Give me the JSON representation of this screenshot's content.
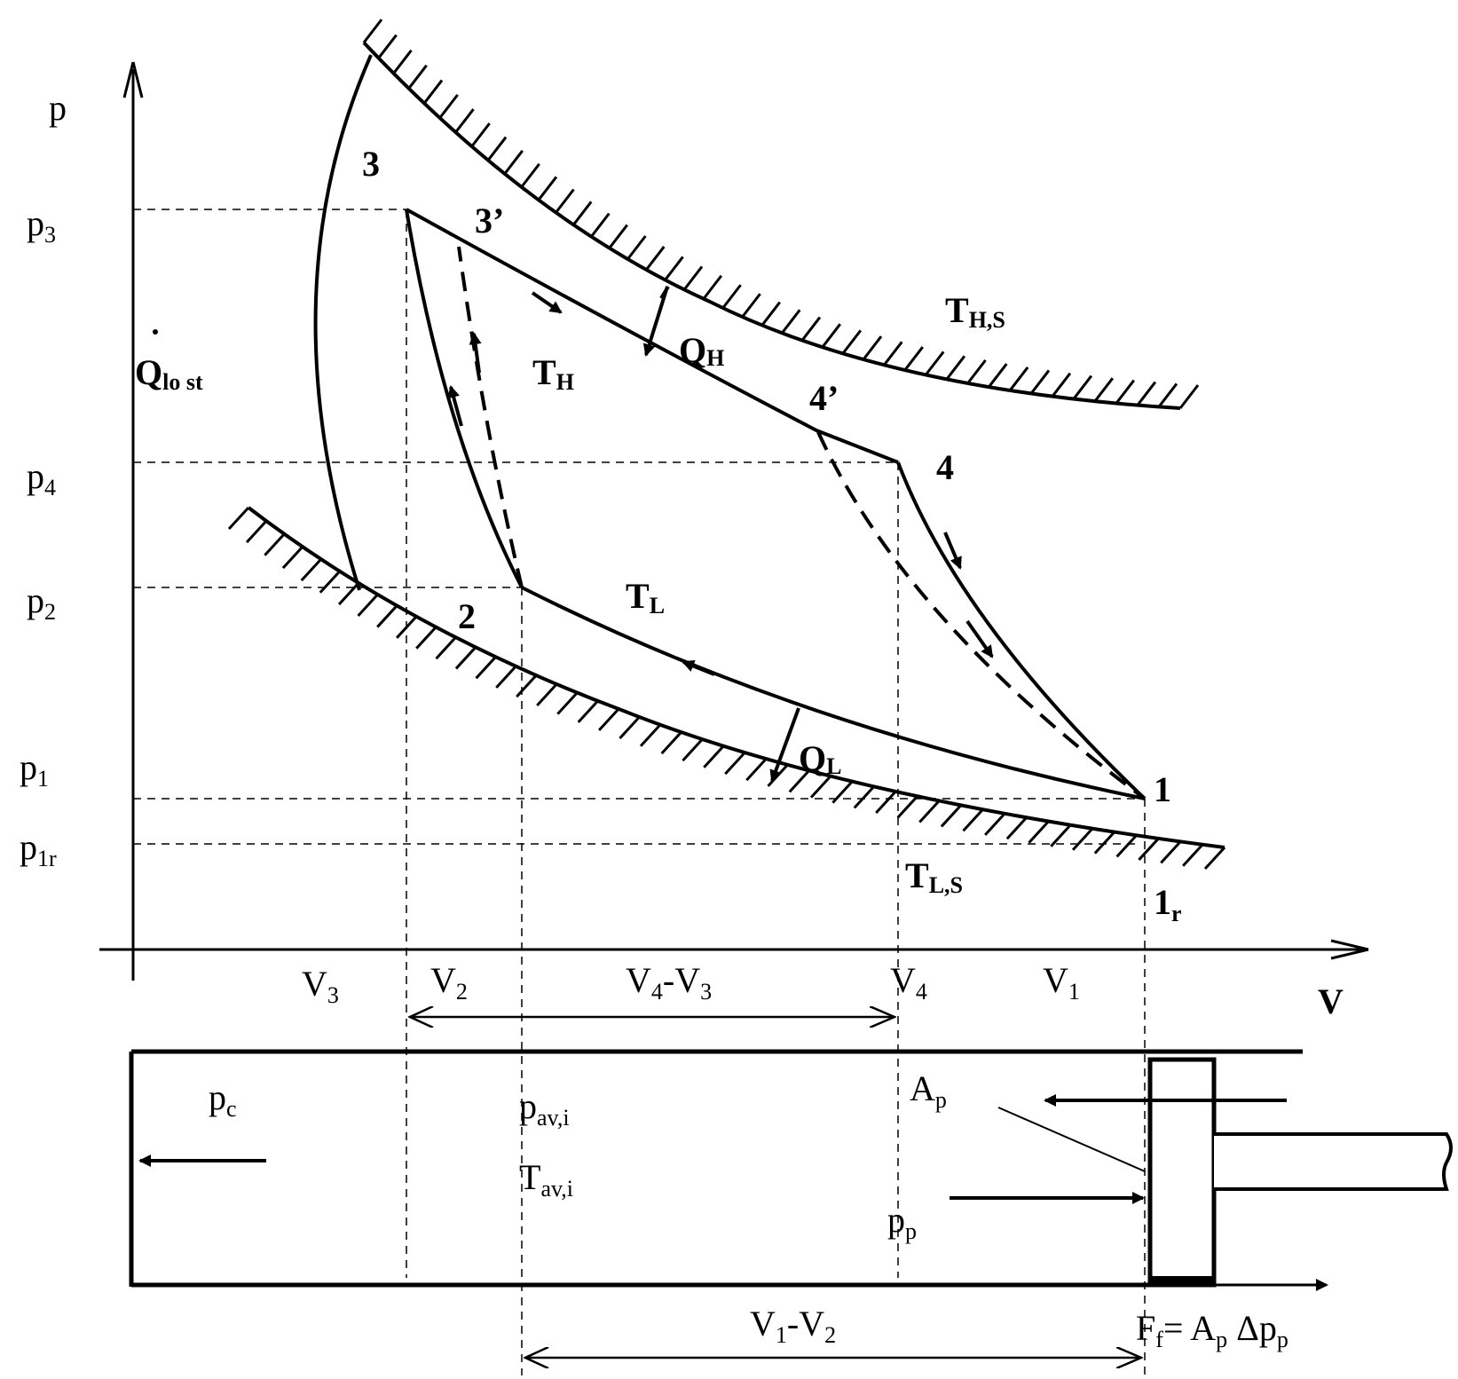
{
  "axes": {
    "y_label": "p",
    "x_label": "V"
  },
  "pressure_labels": {
    "p3": {
      "main": "p",
      "sub": "3"
    },
    "p4": {
      "main": "p",
      "sub": "4"
    },
    "p2": {
      "main": "p",
      "sub": "2"
    },
    "p1": {
      "main": "p",
      "sub": "1"
    },
    "p1r": {
      "main": "p",
      "sub": "1r"
    }
  },
  "volume_labels": {
    "V3": {
      "main": "V",
      "sub": "3"
    },
    "V2": {
      "main": "V",
      "sub": "2"
    },
    "V4_minus_V3": {
      "a": "V",
      "a_sub": "4",
      "op": "-V",
      "b_sub": "3"
    },
    "V4": {
      "main": "V",
      "sub": "4"
    },
    "V1": {
      "main": "V",
      "sub": "1"
    },
    "V1_minus_V2": {
      "a": "V",
      "a_sub": "1",
      "op": "-V",
      "b_sub": "2"
    }
  },
  "state_points": {
    "s3": "3",
    "s3p": "3’",
    "s4p": "4’",
    "s4": "4",
    "s2": "2",
    "s1": "1",
    "s1r": {
      "main": "1",
      "sub": "r"
    }
  },
  "reservoirs": {
    "hot": {
      "main": "T",
      "sub": "H,S"
    },
    "cold": {
      "main": "T",
      "sub": "L,S"
    }
  },
  "working_temps": {
    "hot": {
      "main": "T",
      "sub": "H"
    },
    "cold": {
      "main": "T",
      "sub": "L"
    }
  },
  "heat_flows": {
    "QH": {
      "main": "Q",
      "sub": "H"
    },
    "QL": {
      "main": "Q",
      "sub": "L"
    },
    "Qlost": {
      "main": "Q",
      "sub": "lo st"
    }
  },
  "cylinder": {
    "pc": {
      "main": "p",
      "sub": "c"
    },
    "pav": {
      "main": "p",
      "sub": "av,i"
    },
    "Tav": {
      "main": "T",
      "sub": "av,i"
    },
    "Ap": {
      "main": "A",
      "sub": "p"
    },
    "pp": {
      "main": "p",
      "sub": "p"
    },
    "friction": {
      "a": "F",
      "a_sub": "f",
      "mid": "= A",
      "mid_sub": "p",
      "end": " Δp",
      "end_sub": "p"
    }
  }
}
